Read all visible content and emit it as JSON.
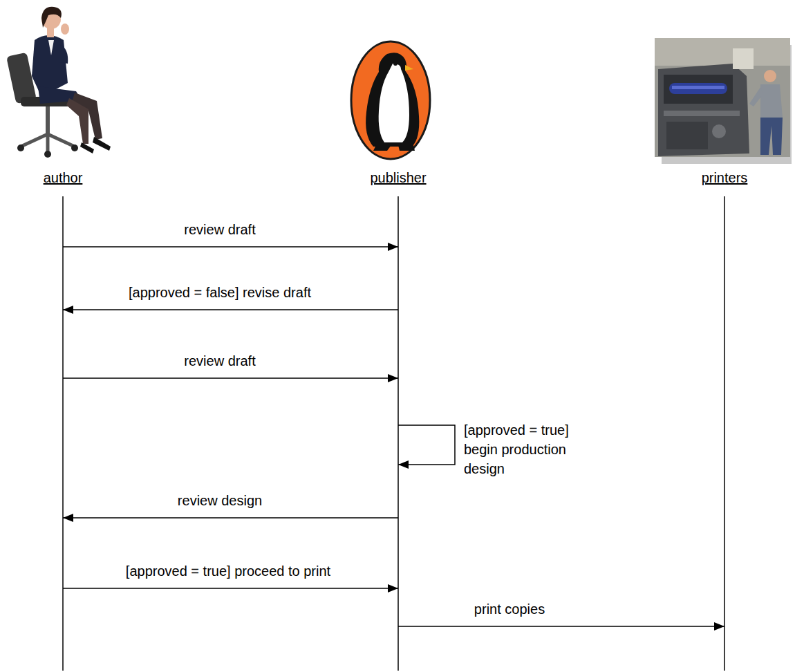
{
  "diagram": {
    "nodes": [
      {
        "text": [
          "author"
        ]
      },
      {
        "text": [
          "publisher"
        ]
      },
      {
        "text": [
          "printers"
        ]
      }
    ],
    "edges": [
      {
        "from": 0,
        "to": 1,
        "arrow": "to",
        "label": "review draft"
      },
      {
        "from": 1,
        "to": 0,
        "arrow": "to",
        "label": "[approved = false] revise draft"
      },
      {
        "from": 0,
        "to": 1,
        "arrow": "to",
        "label": "review draft"
      },
      {
        "from": 1,
        "to": 1,
        "arrow": "to",
        "label": "[approved = true] begin production design"
      },
      {
        "from": 1,
        "to": 0,
        "arrow": "to",
        "label": "review design"
      },
      {
        "from": 0,
        "to": 1,
        "arrow": "to",
        "label": "[approved = true] proceed to print"
      },
      {
        "from": 1,
        "to": 2,
        "arrow": "to",
        "label": "print copies"
      }
    ]
  }
}
